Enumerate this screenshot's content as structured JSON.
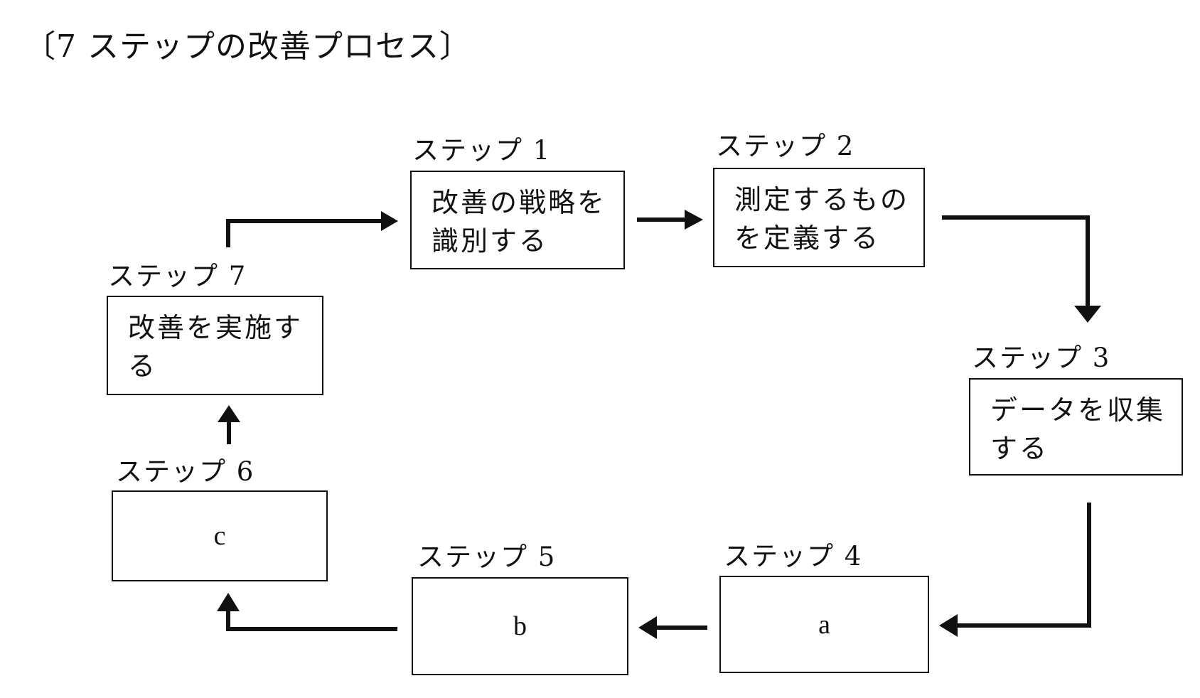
{
  "heading": "〔7 ステップの改善プロセス〕",
  "steps": [
    {
      "label": "ステップ 1",
      "text": "改善の戦略を識別する"
    },
    {
      "label": "ステップ 2",
      "text": "測定するものを定義する"
    },
    {
      "label": "ステップ 3",
      "text": "データを収集する"
    },
    {
      "label": "ステップ 4",
      "text": "a"
    },
    {
      "label": "ステップ 5",
      "text": "b"
    },
    {
      "label": "ステップ 6",
      "text": "c"
    },
    {
      "label": "ステップ 7",
      "text": "改善を実施する"
    }
  ]
}
